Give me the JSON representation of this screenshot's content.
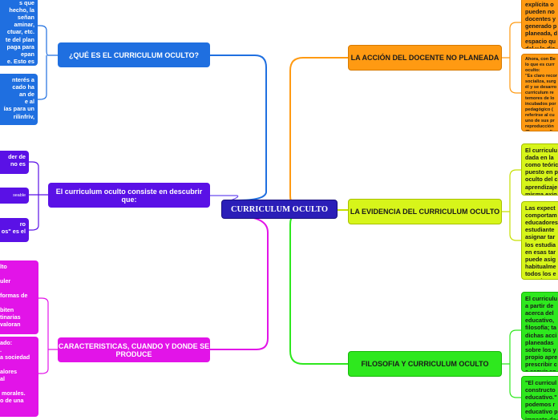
{
  "center": "CURRICULUM OCULTO",
  "left": {
    "que_es": {
      "title": "¿QUÉ ES EL CURRICULUM OCULTO?",
      "leaf1": "s que\nhecho, la\nseñan\naminar,\nctuar, etc.\nte del plan\npaga para\nepan\ne. Esto es\no oculto",
      "leaf2": "nterés a\ncado ha\nan de\ne al\nías para un\nrilinfriv,"
    },
    "consiste": {
      "title": "El curriculum oculto consiste en descubrir que:",
      "leaf1": "der de\nno es",
      "leaf2": "seable",
      "leaf3": "ro\nos\" es el"
    },
    "caracteristicas": {
      "title": "CARACTERISTICAS, CUANDO Y DONDE SE PRODUCE",
      "leaf1": "lto\n\nuler\n\nformas de\n\nbiten\ntinarias\nvaloran",
      "leaf2": "ado:\n.\na sociedad\n\nalores\nal\n\n morales.\no de una"
    }
  },
  "right": {
    "accion": {
      "title": "LA ACCIÓN DEL DOCENTE NO PLANEADA",
      "leaf1": "explícita o\npueden no\ndocentes y\ngenerado p\nplaneada, d\nespacio qu\ndel y la dic",
      "leaf2": "Ahora, con Be\nlo que es curr\noculto:\n\"Es claro recor\nsocializa, surg\nél y se desarro\ncurriculum re\ntemores de lo\nincubados por\npedagógico (\nreferirse al cu\nuno de sus pr\nreproducción\n(Becerra, s.f)"
    },
    "evidencia": {
      "title": "LA EVIDENCIA DEL CURRICULUM OCULTO",
      "leaf1": "El curriculu\ndada en la\ncomo teóric\npuesto en p\noculto del c\naprendizaje\nmisma exig",
      "leaf2": "Las expect\ncomportam\neducadores\nestudiante\nasignar tar\nlos estudia\nen esas tar\npuede asig\nhabitualme\ntodos los e\ncuando su"
    },
    "filosofia": {
      "title": "FILOSOFIA Y CURRICULUM OCULTO",
      "leaf1": "El curriculu\na partir de\nacerca del\neducativo,\nfilosofía; ta\ndichas acci\nplaneadas\nsobre los y\npropio apre\nprescribir c\na seguir en",
      "leaf2": "\"El curricul\nconstructo\neducativo.\"\npodemos r\neducativo p\nimpacto de"
    }
  },
  "colors": {
    "center": "#2b1eb8",
    "blue": "#1f6fe0",
    "purple": "#5a11e6",
    "magenta": "#e214e8",
    "orange": "#ff9a12",
    "yellow": "#d7f51a",
    "green": "#2ee81e"
  }
}
